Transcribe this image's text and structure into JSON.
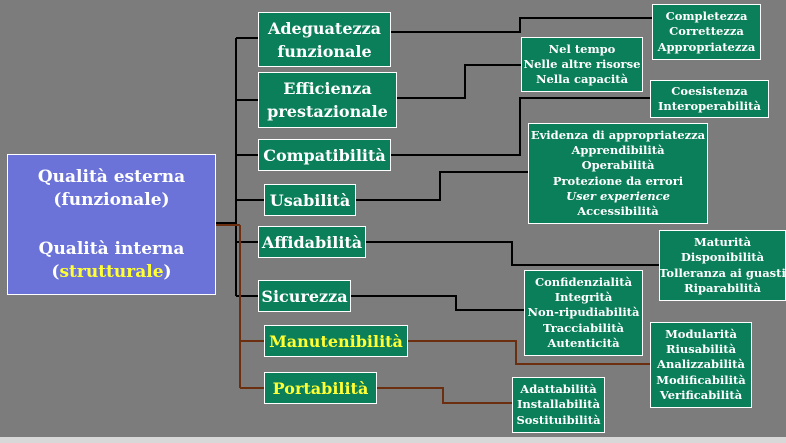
{
  "main": {
    "line1": "Qualità esterna",
    "line2": "(funzionale)",
    "line3": "Qualità interna",
    "line4_open": "(",
    "line4_highlight": "strutturale",
    "line4_close": ")"
  },
  "characteristics": [
    {
      "line1": "Adeguatezza",
      "line2": "funzionale"
    },
    {
      "line1": "Efficienza",
      "line2": "prestazionale"
    },
    {
      "label": "Compatibilità"
    },
    {
      "label": "Usabilità"
    },
    {
      "label": "Affidabilità"
    },
    {
      "label": "Sicurezza"
    },
    {
      "label": "Manutenibilità"
    },
    {
      "label": "Portabilità"
    }
  ],
  "subs": {
    "adeguatezza": [
      "Completezza",
      "Correttezza",
      "Appropriatezza"
    ],
    "efficienza": [
      "Nel tempo",
      "Nelle altre risorse",
      "Nella capacità"
    ],
    "compatibilita": [
      "Coesistenza",
      "Interoperabilità"
    ],
    "usabilita": [
      "Evidenza di appropriatezza",
      "Apprendibilità",
      "Operabilità",
      "Protezione da errori",
      "User experience",
      "Accessibilità"
    ],
    "affidabilita": [
      "Maturità",
      "Disponibilità",
      "Tolleranza ai guasti",
      "Riparabilità"
    ],
    "sicurezza": [
      "Confidenzialità",
      "Integrità",
      "Non-ripudiabilità",
      "Tracciabilità",
      "Autenticità"
    ],
    "manutenibilita": [
      "Modularità",
      "Riusabilità",
      "Analizzabilità",
      "Modificabilità",
      "Verificabilità"
    ],
    "portabilita": [
      "Adattabilità",
      "Installabilità",
      "Sostituibilità"
    ]
  },
  "colors": {
    "background": "#7c7c7c",
    "box_green": "#0a7f59",
    "main_blue": "#6b73d8",
    "highlight_yellow": "#ffff33",
    "connector_black": "#000000",
    "connector_brown": "#6b2e0e"
  }
}
